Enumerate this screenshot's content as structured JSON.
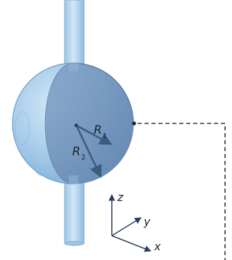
{
  "labels": {
    "r1_main": "R",
    "r1_sub": "1",
    "r2_main": "R",
    "r2_sub": "2",
    "axis_z": "z",
    "axis_y": "y",
    "axis_x": "x"
  },
  "colors": {
    "sphere_fill": "#a9cdea",
    "sphere_edge": "#6b9cc7",
    "cut_face": "#6d8fb8",
    "tube": "#b9d8ef",
    "vector": "#3e5a80",
    "axes": "#2a3f5a",
    "dashed_line": "#333333"
  }
}
